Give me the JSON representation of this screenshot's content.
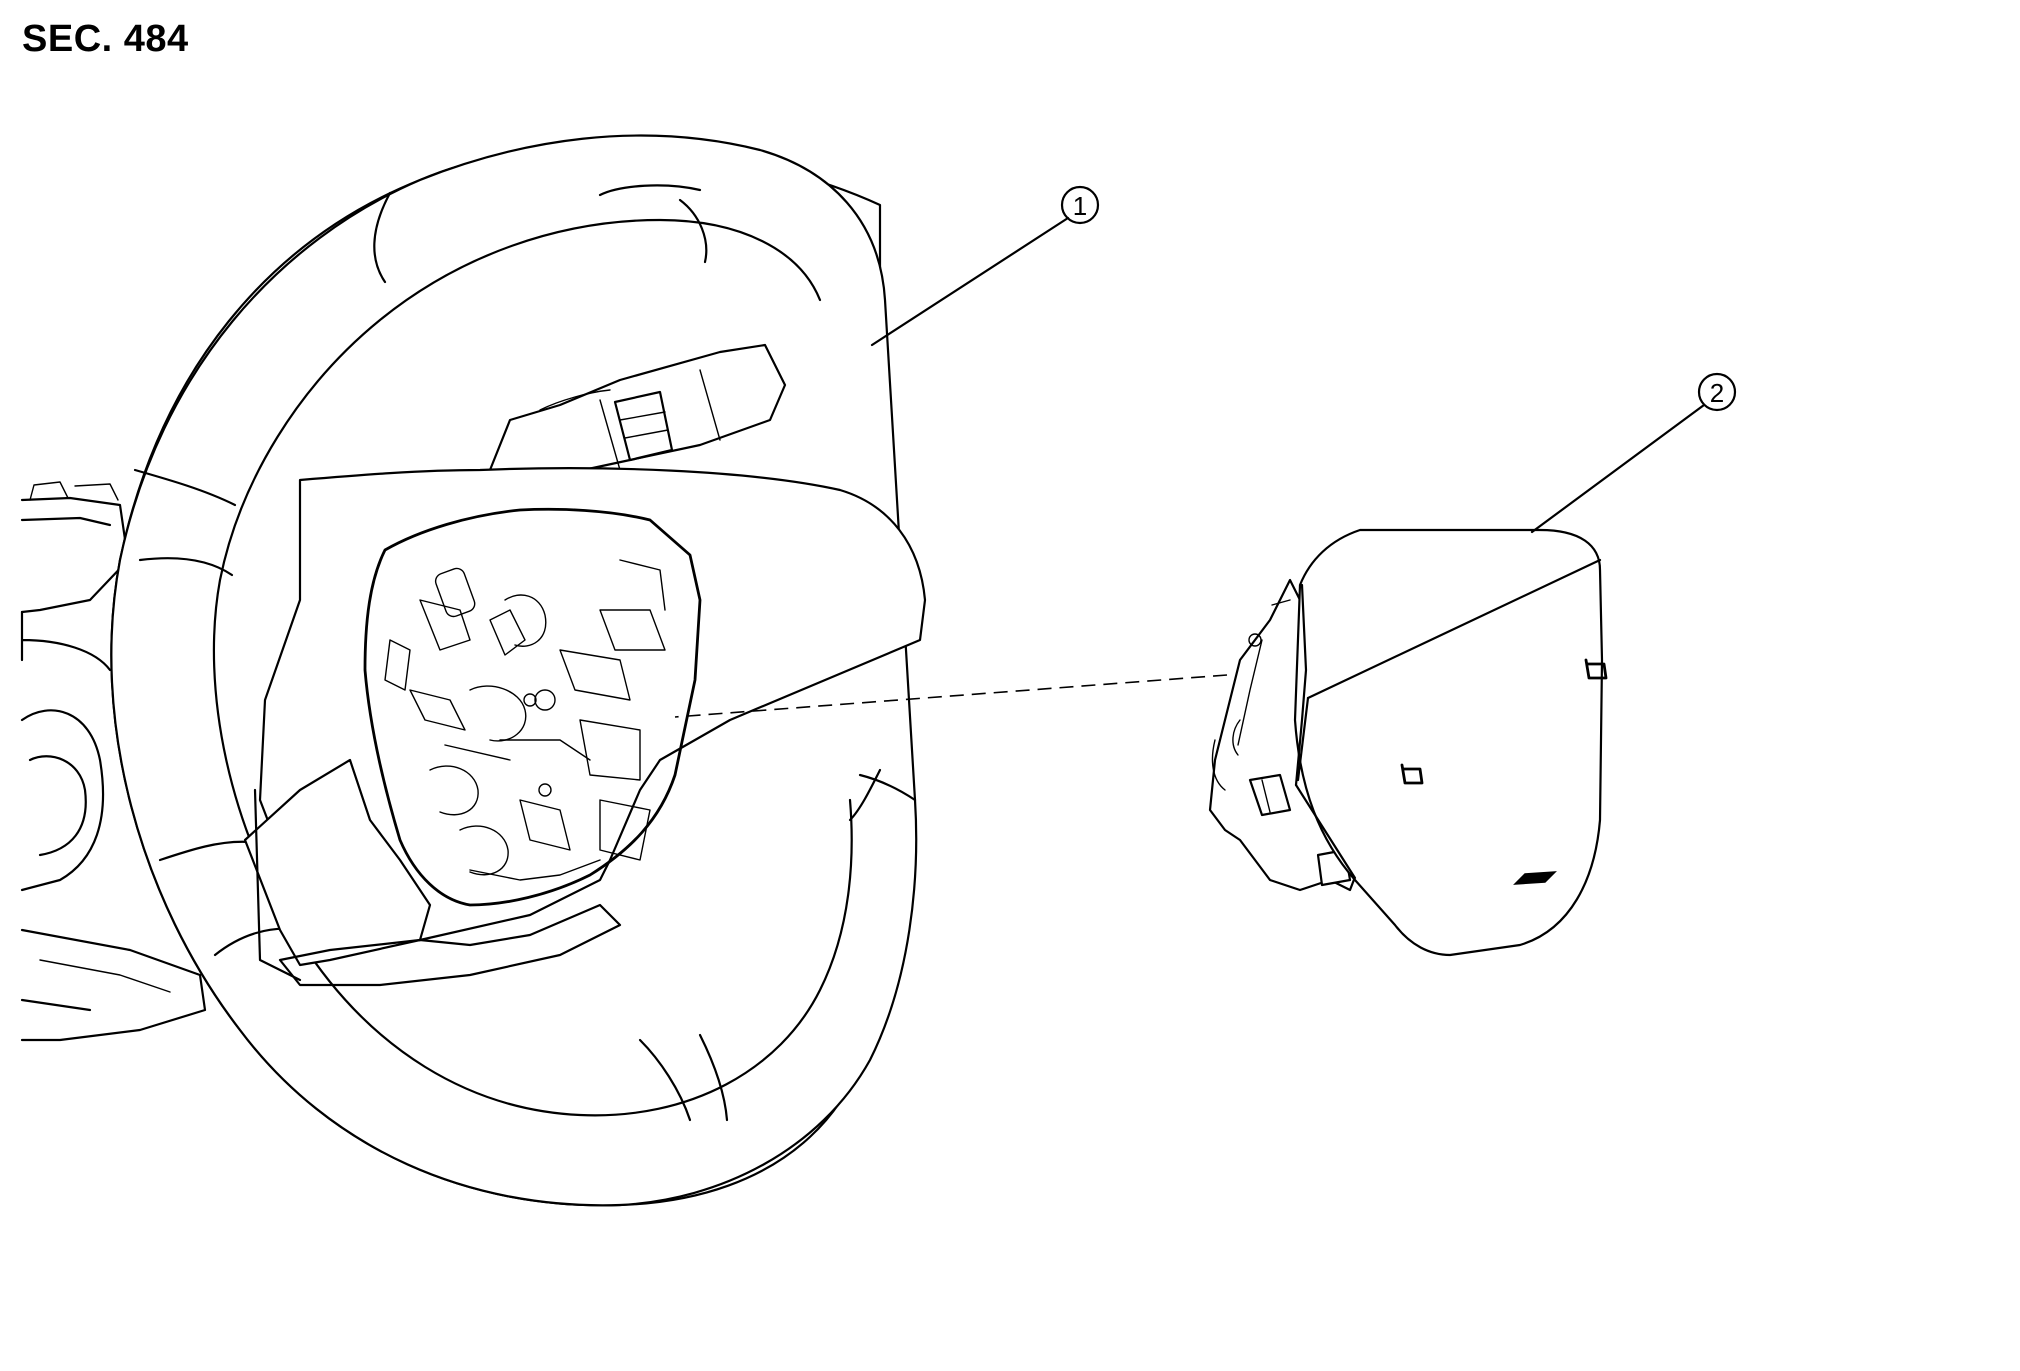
{
  "header": {
    "section_code": "SEC. 484"
  },
  "callouts": [
    {
      "number": "1",
      "glyph": "①",
      "part": "steering-wheel"
    },
    {
      "number": "2",
      "glyph": "②",
      "part": "driver-air-bag-module"
    }
  ],
  "module_markings": {
    "horn_icons": [
      "horn-icon",
      "horn-icon"
    ],
    "emblem": "brand-emblem-icon"
  }
}
